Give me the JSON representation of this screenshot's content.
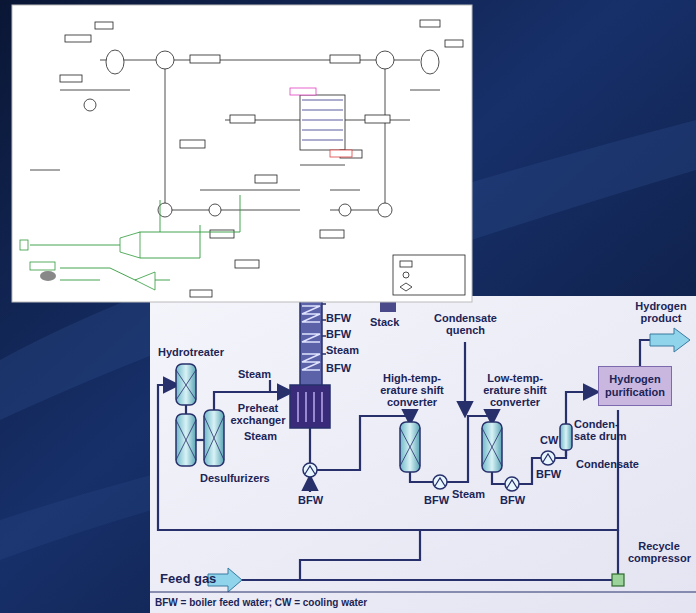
{
  "diagram": {
    "nodes": [
      {
        "text": [
          "Hydrogen purification"
        ]
      }
    ],
    "labels": [
      "Hydrogen product",
      "Stack",
      "BFW",
      "BFW",
      "Steam",
      "BFW",
      "Condensate quench",
      "Hydrotreater",
      "Steam",
      "High-temp- erature shift converter",
      "Low-temp- erature shift converter",
      "Preheat exchanger",
      "Steam",
      "Conden- sate drum",
      "CW",
      "BFW",
      "Condensate",
      "Steam",
      "Desulfurizers",
      "BFW",
      "BFW",
      "BFW",
      "Recycle compressor",
      "Feed gas",
      "BFW = boiler feed water; CW = cooling water"
    ]
  }
}
